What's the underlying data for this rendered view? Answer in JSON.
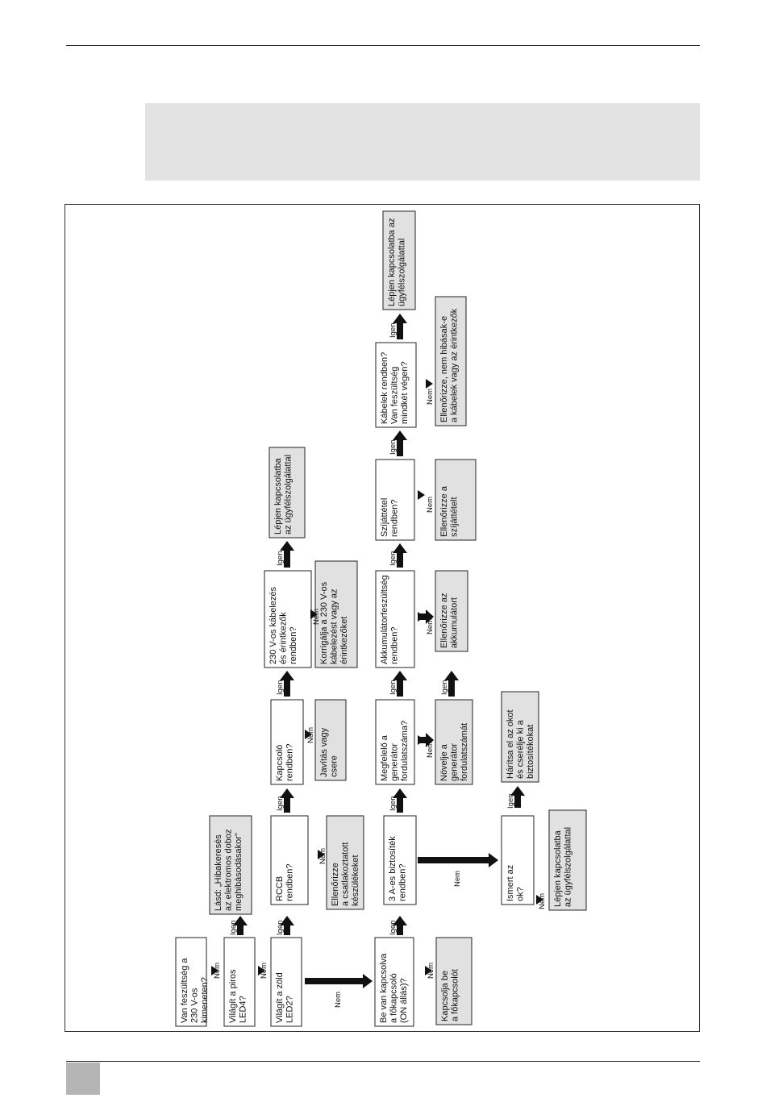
{
  "diagram": {
    "nodes": {
      "n1": [
        "Van feszültség a",
        "230 V-os",
        "kimeneten?"
      ],
      "n2": [
        "Világít a piros",
        "LED4?"
      ],
      "n3": [
        "Világít a zöld",
        "LED2?"
      ],
      "n4": [
        "Be van kapcsolva",
        "a főkapcsoló",
        "(ON állás)?"
      ],
      "a4": [
        "Kapcsolja be",
        "a főkapcsolót"
      ],
      "a2": [
        "Lásd: „Hibakeresés",
        "az elektromos doboz",
        "meghibásodásakor\""
      ],
      "n5": [
        "RCCB",
        "rendben?"
      ],
      "a5": [
        "Ellenőrizze",
        "a csatlakoztatott",
        "készülékeket"
      ],
      "n6": [
        "Kapcsoló",
        "rendben?"
      ],
      "a6": [
        "Javítás vagy",
        "csere"
      ],
      "n7": [
        "230 V-os kábelezés",
        "és érintkezők",
        "rendben?"
      ],
      "a7": [
        "Korrigálja a 230 V-os",
        "kábelezést vagy az",
        "érintkezőket"
      ],
      "a7y": [
        "Lépjen kapcsolatba",
        "az ügyfélszolgálattal"
      ],
      "n8": [
        "3 A-es biztosíték",
        "rendben?"
      ],
      "n9": [
        "Ismert az",
        "ok?"
      ],
      "a9n": [
        "Lépjen kapcsolatba",
        "az ügyfélszolgálattal"
      ],
      "a9y": [
        "Hárítsa el az okot",
        "és cserélje ki a",
        "biztosítékokat"
      ],
      "n10": [
        "Megfelelő a",
        "generátor",
        "fordulatszáma?"
      ],
      "a10": [
        "Növelje a",
        "generátor",
        "fordulatszámát"
      ],
      "n11": [
        "Akkumulátorfeszültség",
        "rendben?"
      ],
      "a11": [
        "Ellenőrizze az",
        "akkumulátort"
      ],
      "n12": [
        "Szíjáttétel",
        "rendben?"
      ],
      "a12": [
        "Ellenőrizze a",
        "szíjáttételt"
      ],
      "n13": [
        "Kábelek rendben?",
        "Van feszültség",
        "mindkét végen?"
      ],
      "a13": [
        "Ellenőrizze, nem hibásak-e",
        "a kábelek vagy az érintkezők"
      ],
      "a13y": [
        "Lépjen kapcsolatba az",
        "ügyfélszolgálattal"
      ]
    },
    "labels": {
      "yes": "Igen",
      "no": "Nem"
    }
  }
}
